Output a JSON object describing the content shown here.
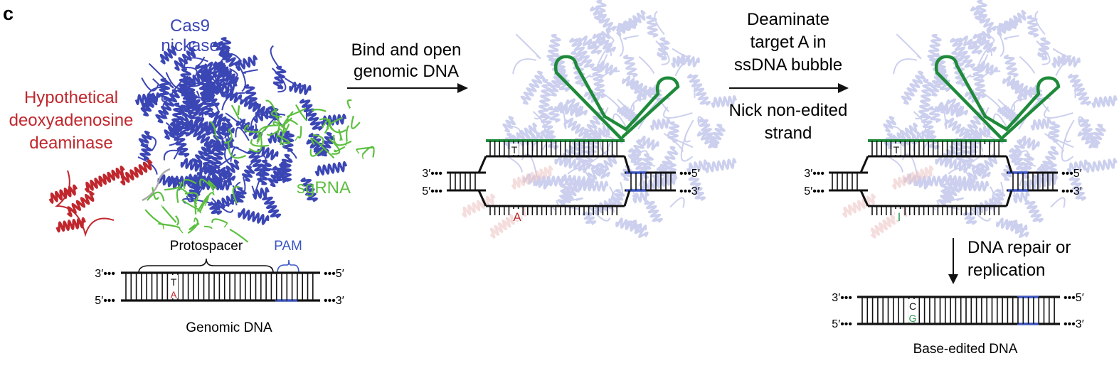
{
  "panel": {
    "letter": "c"
  },
  "colors": {
    "black": "#111111",
    "cas9": "#3b46b5",
    "cas9_faded": "#c4c8ec",
    "deaminase": "#c0272d",
    "deaminase_faded": "#efc8c8",
    "sgrna": "#5cbf3f",
    "sgrna_strand": "#1e8a3a",
    "pam": "#3b56c4",
    "edited": "#2e9a55",
    "linker": "#a8a8a8"
  },
  "icons": {
    "protein": "protein-ribbon-icon",
    "rna": "sgrna-hairpin-icon",
    "arrow": "arrow-icon"
  },
  "labels": {
    "cas9": [
      "Cas9",
      "nickase"
    ],
    "deaminase": [
      "Hypothetical",
      "deoxyadenosine",
      "deaminase"
    ],
    "sgrna": "sgRNA",
    "protospacer": "Protospacer",
    "pam": "PAM",
    "genomic_dna": "Genomic DNA",
    "base_edited_dna": "Base-edited DNA"
  },
  "ends": {
    "three_prime": "3′",
    "five_prime": "5′",
    "dots": "•••"
  },
  "bases": {
    "t": "T",
    "a": "A",
    "i": "I",
    "c": "C",
    "g": "G"
  },
  "steps": {
    "bind": [
      "Bind and open",
      "genomic DNA"
    ],
    "deaminate": [
      "Deaminate",
      "target A in",
      "ssDNA bubble"
    ],
    "nick": [
      "Nick non-edited",
      "strand"
    ],
    "repair": [
      "DNA repair or",
      "replication"
    ]
  }
}
